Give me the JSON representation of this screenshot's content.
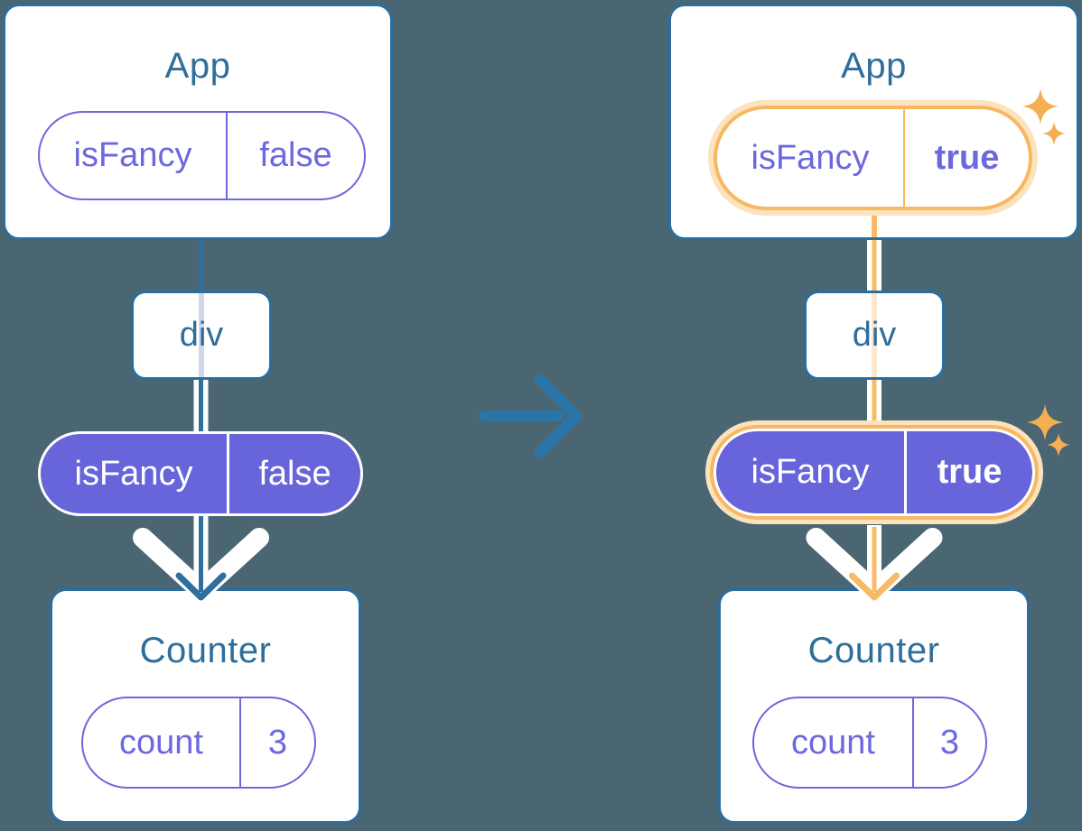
{
  "colors": {
    "background": "#4b6673",
    "card_border": "#2b6e9d",
    "title_text": "#2d6e9c",
    "purple_outline": "#6d68de",
    "purple_fill": "#6765d9",
    "teal_connector": "#2e6f9e",
    "orange_highlight": "#f8b863",
    "orange_glow": "#fbe3bd",
    "transition_arrow": "#2b76a9"
  },
  "left_diagram": {
    "app_card": {
      "title": "App",
      "state_pill": {
        "name": "isFancy",
        "value": "false"
      }
    },
    "div_node": {
      "label": "div"
    },
    "prop_pill": {
      "name": "isFancy",
      "value": "false"
    },
    "counter_card": {
      "title": "Counter",
      "state_pill": {
        "name": "count",
        "value": "3"
      }
    }
  },
  "right_diagram": {
    "app_card": {
      "title": "App",
      "state_pill": {
        "name": "isFancy",
        "value": "true"
      }
    },
    "div_node": {
      "label": "div"
    },
    "prop_pill": {
      "name": "isFancy",
      "value": "true"
    },
    "counter_card": {
      "title": "Counter",
      "state_pill": {
        "name": "count",
        "value": "3"
      }
    }
  }
}
